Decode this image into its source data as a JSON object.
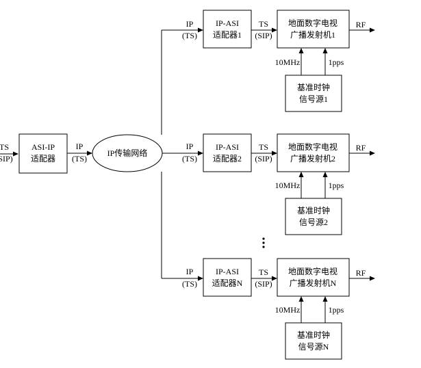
{
  "nodes": {
    "asi_ip": [
      "ASI-IP",
      "适配器"
    ],
    "network": "IP传输网络",
    "branches": [
      {
        "adapter": [
          "IP-ASI",
          "适配器1"
        ],
        "transmitter": [
          "地面数字电视",
          "广播发射机1"
        ],
        "clock": [
          "基准时钟",
          "信号源1"
        ]
      },
      {
        "adapter": [
          "IP-ASI",
          "适配器2"
        ],
        "transmitter": [
          "地面数字电视",
          "广播发射机2"
        ],
        "clock": [
          "基准时钟",
          "信号源2"
        ]
      },
      {
        "adapter": [
          "IP-ASI",
          "适配器N"
        ],
        "transmitter": [
          "地面数字电视",
          "广播发射机N"
        ],
        "clock": [
          "基准时钟",
          "信号源N"
        ]
      }
    ]
  },
  "edge_labels": {
    "input": [
      "TS",
      "(SIP)"
    ],
    "asi_to_net": [
      "IP",
      "(TS)"
    ],
    "net_to_adapter": [
      "IP",
      "(TS)"
    ],
    "adapter_to_tx": [
      "TS",
      "(SIP)"
    ],
    "output": "RF",
    "clock_10mhz": "10MHz",
    "clock_1pps": "1pps"
  },
  "ellipsis_dots": 3
}
